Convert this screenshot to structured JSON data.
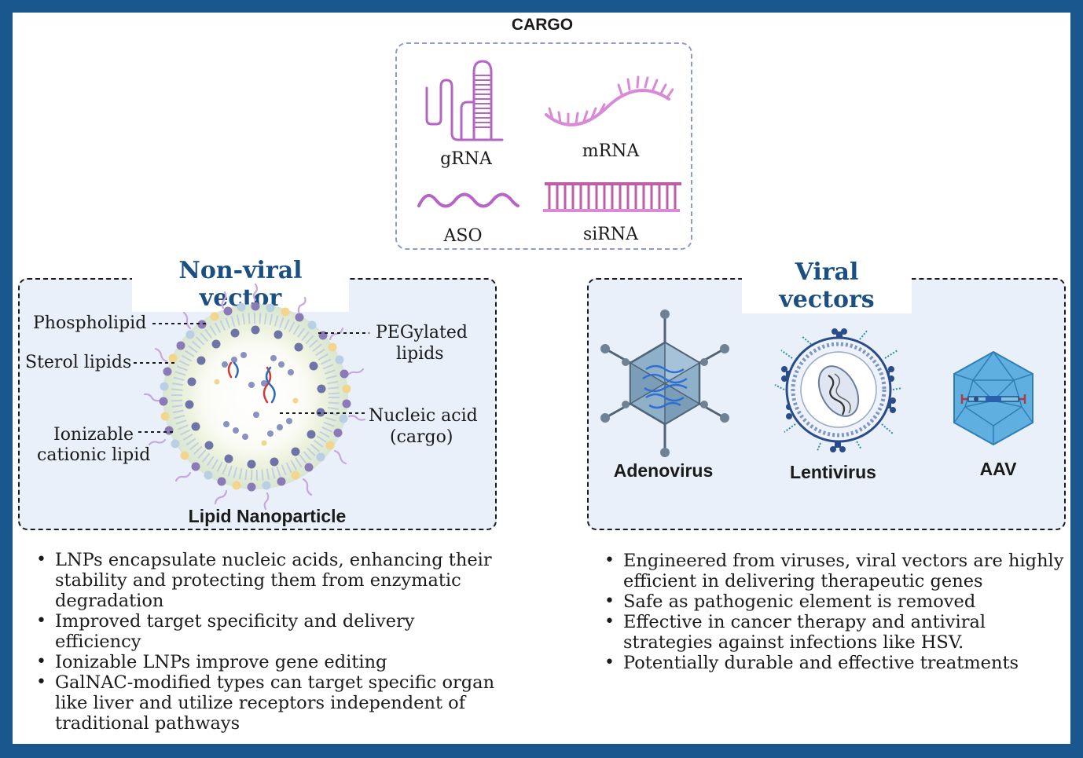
{
  "cargo": {
    "title": "CARGO",
    "items": [
      {
        "label": "gRNA",
        "icon": "grna-hairpin-icon"
      },
      {
        "label": "mRNA",
        "icon": "mrna-strand-icon"
      },
      {
        "label": "ASO",
        "icon": "aso-wave-icon"
      },
      {
        "label": "siRNA",
        "icon": "sirna-duplex-icon"
      }
    ]
  },
  "non_viral": {
    "title": "Non-viral vector",
    "particle_label": "Lipid Nanoparticle",
    "labels": {
      "phospholipid": "Phospholipid",
      "sterol": "Sterol lipids",
      "ionizable_1": "Ionizable",
      "ionizable_2": "cationic lipid",
      "peg_1": "PEGylated",
      "peg_2": "lipids",
      "nucleic_1": "Nucleic acid",
      "nucleic_2": "(cargo)"
    },
    "bullets": [
      "LNPs encapsulate nucleic acids, enhancing their stability and protecting  them from enzymatic degradation",
      "Improved target specificity and delivery efficiency",
      "Ionizable LNPs improve gene editing",
      "GalNAC-modified types can target specific organ like liver and utilize receptors independent of traditional pathways"
    ]
  },
  "viral": {
    "title": "Viral vectors",
    "viruses": [
      {
        "label": "Adenovirus",
        "icon": "adenovirus-icon"
      },
      {
        "label": "Lentivirus",
        "icon": "lentivirus-icon"
      },
      {
        "label": "AAV",
        "icon": "aav-icon"
      }
    ],
    "bullets": [
      "Engineered from viruses, viral vectors are highly efficient in delivering therapeutic genes",
      "Safe as pathogenic element is removed",
      "Effective in cancer therapy and antiviral strategies against infections like HSV.",
      "Potentially durable and effective treatments"
    ]
  },
  "colors": {
    "frame": "#1b578f",
    "title_blue": "#1b4f82",
    "rna_purple": "#b566c4",
    "mrna_pink": "#d98ad6",
    "panel_bg": "#e9f0fa"
  }
}
